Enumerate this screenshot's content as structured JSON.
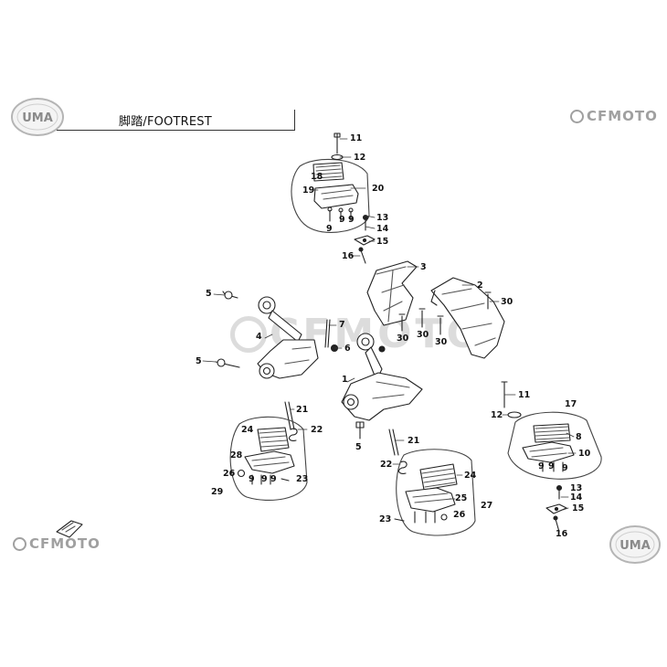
{
  "header": {
    "uma_logo_text": "UMA",
    "title": "脚踏/FOOTREST"
  },
  "brand": {
    "top_right": "CFMOTO",
    "bottom_left": "CFMOTO",
    "watermark": "CFMOTO",
    "bottom_right_logo_text": "UMA"
  },
  "callouts": {
    "p1": "1",
    "p2": "2",
    "p3": "3",
    "p4": "4",
    "p5a": "5",
    "p5b": "5",
    "p5c": "5",
    "p6": "6",
    "p7": "7",
    "p8": "8",
    "p9a": "9",
    "p9b": "9",
    "p9c": "9",
    "p9d": "9",
    "p9e": "9",
    "p9f": "9",
    "p9g": "9",
    "p9h": "9",
    "p9i": "9",
    "p10": "10",
    "p11a": "11",
    "p11b": "11",
    "p12a": "12",
    "p12b": "12",
    "p13a": "13",
    "p13b": "13",
    "p14a": "14",
    "p14b": "14",
    "p15a": "15",
    "p15b": "15",
    "p16a": "16",
    "p16b": "16",
    "p17": "17",
    "p18": "18",
    "p19": "19",
    "p20": "20",
    "p21a": "21",
    "p21b": "21",
    "p22a": "22",
    "p22b": "22",
    "p23a": "23",
    "p23b": "23",
    "p24a": "24",
    "p24b": "24",
    "p25": "25",
    "p26a": "26",
    "p26b": "26",
    "p27": "27",
    "p28": "28",
    "p29": "29",
    "p30a": "30",
    "p30b": "30",
    "p30c": "30",
    "p30d": "30"
  }
}
